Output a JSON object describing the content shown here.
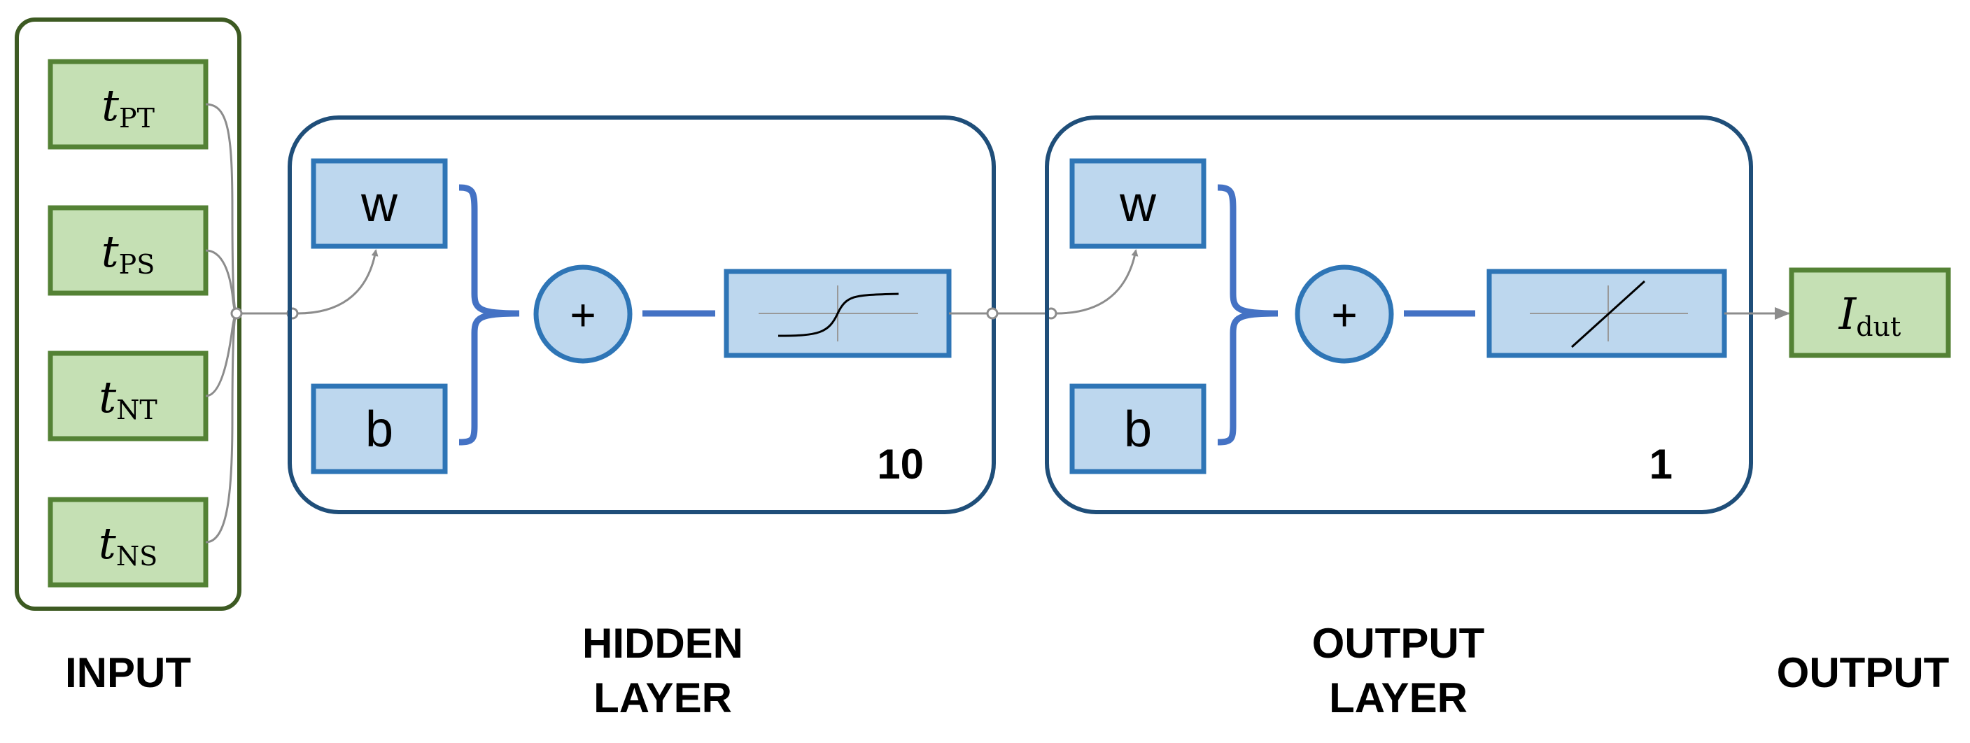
{
  "colors": {
    "input_border": "#3d5a22",
    "input_fill": "#c5e0b4",
    "input_stroke": "#548235",
    "layer_border": "#1f4e79",
    "block_fill": "#bdd7ee",
    "block_stroke": "#2e75b6",
    "brace": "#4472c4",
    "wire": "#8c8c8c"
  },
  "inputs": [
    {
      "var": "t",
      "sub": "PT"
    },
    {
      "var": "t",
      "sub": "PS"
    },
    {
      "var": "t",
      "sub": "NT"
    },
    {
      "var": "t",
      "sub": "NS"
    }
  ],
  "hidden_layer": {
    "weight_label": "w",
    "bias_label": "b",
    "sum_symbol": "+",
    "activation": "sigmoid",
    "size": "10",
    "caption_line1": "HIDDEN",
    "caption_line2": "LAYER"
  },
  "output_layer": {
    "weight_label": "w",
    "bias_label": "b",
    "sum_symbol": "+",
    "activation": "linear",
    "size": "1",
    "caption_line1": "OUTPUT",
    "caption_line2": "LAYER"
  },
  "output_node": {
    "var": "I",
    "sub": "dut"
  },
  "captions": {
    "input": "INPUT",
    "output": "OUTPUT"
  }
}
